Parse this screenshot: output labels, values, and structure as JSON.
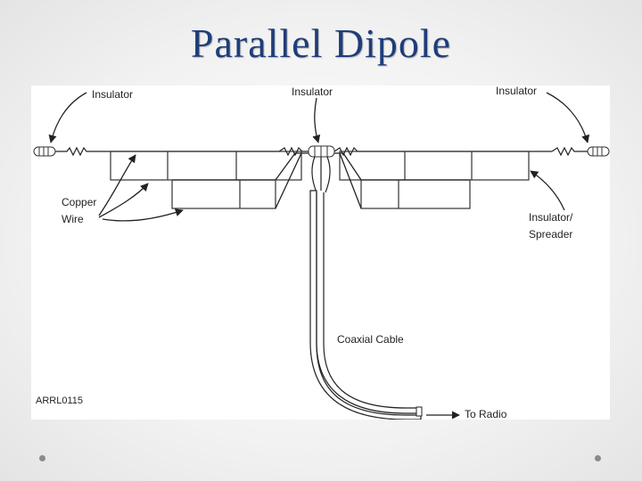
{
  "slide": {
    "title": "Parallel Dipole"
  },
  "diagram": {
    "labels": {
      "insulator_left": "Insulator",
      "insulator_center": "Insulator",
      "insulator_right": "Insulator",
      "copper_wire_line1": "Copper",
      "copper_wire_line2": "Wire",
      "spreader_line1": "Insulator/",
      "spreader_line2": "Spreader",
      "coaxial_cable": "Coaxial Cable",
      "to_radio": "To Radio",
      "figure_id": "ARRL0115"
    }
  }
}
